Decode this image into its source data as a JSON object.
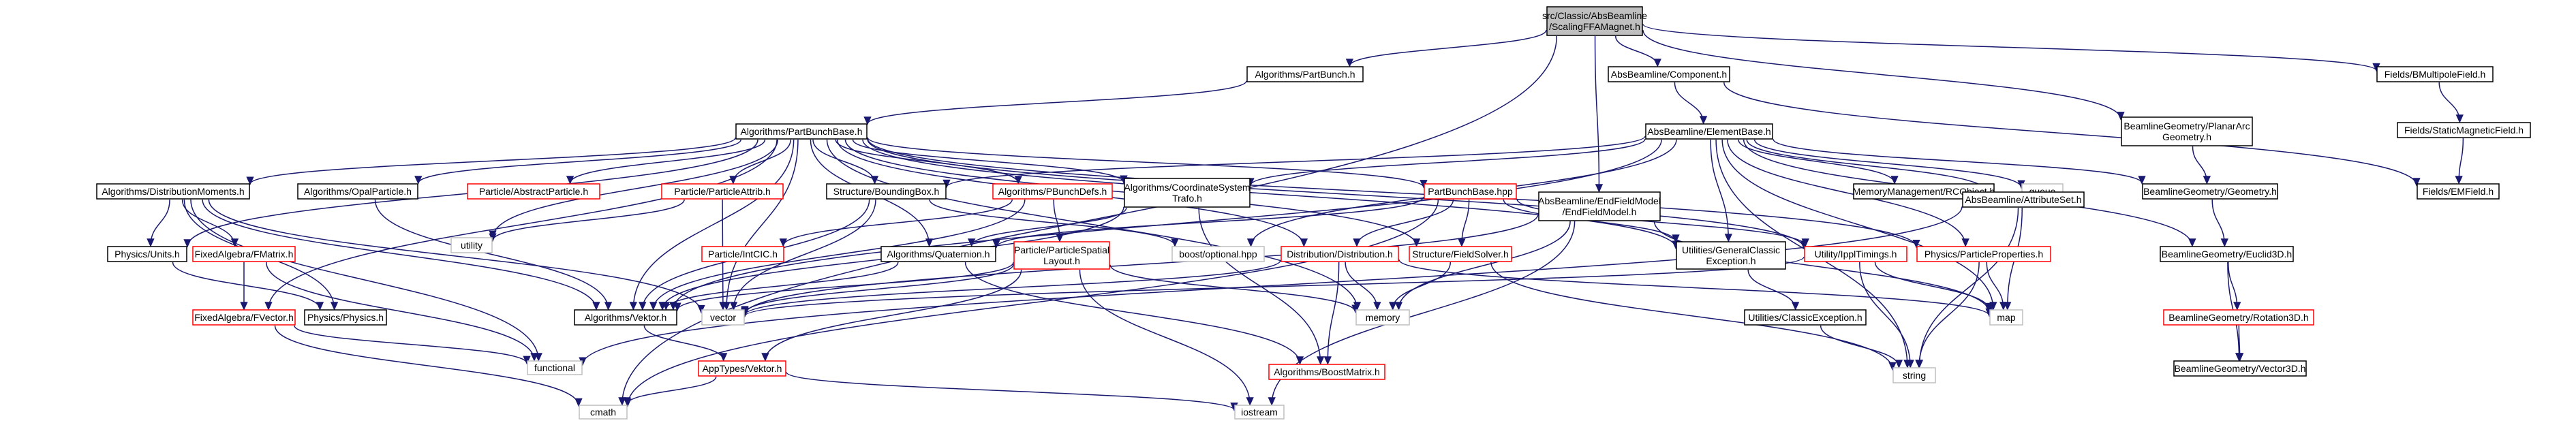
{
  "colors": {
    "edge": "#191970",
    "border_normal": "#000000",
    "border_linked": "#ff0000",
    "border_system": "#bfbfbf",
    "fill_root": "#bfbfbf",
    "fill_default": "#ffffff"
  },
  "nodes": {
    "root": {
      "lines": [
        "src/Classic/AbsBeamline",
        "/ScalingFFAMagnet.h"
      ],
      "kind": "root"
    },
    "cmath": {
      "lines": [
        "cmath"
      ],
      "kind": "system"
    },
    "partbunch": {
      "lines": [
        "Algorithms/PartBunch.h"
      ],
      "kind": "normal"
    },
    "component": {
      "lines": [
        "AbsBeamline/Component.h"
      ],
      "kind": "normal"
    },
    "endfieldmodel": {
      "lines": [
        "AbsBeamline/EndFieldModel",
        "/EndFieldModel.h"
      ],
      "kind": "normal"
    },
    "planararc": {
      "lines": [
        "BeamlineGeometry/PlanarArc",
        "Geometry.h"
      ],
      "kind": "normal"
    },
    "bmultipole": {
      "lines": [
        "Fields/BMultipoleField.h"
      ],
      "kind": "normal"
    },
    "partbunchbase": {
      "lines": [
        "Algorithms/PartBunchBase.h"
      ],
      "kind": "normal"
    },
    "elementbase": {
      "lines": [
        "AbsBeamline/ElementBase.h"
      ],
      "kind": "normal"
    },
    "staticmagnetic": {
      "lines": [
        "Fields/StaticMagneticField.h"
      ],
      "kind": "normal"
    },
    "distmoments": {
      "lines": [
        "Algorithms/DistributionMoments.h"
      ],
      "kind": "normal"
    },
    "opalparticle": {
      "lines": [
        "Algorithms/OpalParticle.h"
      ],
      "kind": "normal"
    },
    "abstractparticle": {
      "lines": [
        "Particle/AbstractParticle.h"
      ],
      "kind": "linked"
    },
    "particleattrib": {
      "lines": [
        "Particle/ParticleAttrib.h"
      ],
      "kind": "linked"
    },
    "boundingbox": {
      "lines": [
        "Structure/BoundingBox.h"
      ],
      "kind": "normal"
    },
    "pbunchdefs": {
      "lines": [
        "Algorithms/PBunchDefs.h"
      ],
      "kind": "linked"
    },
    "coordsystrafo": {
      "lines": [
        "Algorithms/CoordinateSystem",
        "Trafo.h"
      ],
      "kind": "normal"
    },
    "partbunchbasehpp": {
      "lines": [
        "PartBunchBase.hpp"
      ],
      "kind": "linked"
    },
    "memmgmt": {
      "lines": [
        "MemoryManagement/RCObject.h"
      ],
      "kind": "normal"
    },
    "queue": {
      "lines": [
        "queue"
      ],
      "kind": "system"
    },
    "geometry": {
      "lines": [
        "BeamlineGeometry/Geometry.h"
      ],
      "kind": "normal"
    },
    "emfield": {
      "lines": [
        "Fields/EMField.h"
      ],
      "kind": "normal"
    },
    "physicsunits": {
      "lines": [
        "Physics/Units.h"
      ],
      "kind": "normal"
    },
    "fmatrix": {
      "lines": [
        "FixedAlgebra/FMatrix.h"
      ],
      "kind": "linked"
    },
    "utility": {
      "lines": [
        "utility"
      ],
      "kind": "system"
    },
    "intcic": {
      "lines": [
        "Particle/IntCIC.h"
      ],
      "kind": "linked"
    },
    "partspatial": {
      "lines": [
        "Particle/ParticleSpatial",
        "Layout.h"
      ],
      "kind": "linked"
    },
    "quaternion": {
      "lines": [
        "Algorithms/Quaternion.h"
      ],
      "kind": "normal"
    },
    "boostoptional": {
      "lines": [
        "boost/optional.hpp"
      ],
      "kind": "system"
    },
    "distribution": {
      "lines": [
        "Distribution/Distribution.h"
      ],
      "kind": "linked"
    },
    "fieldsolver": {
      "lines": [
        "Structure/FieldSolver.h"
      ],
      "kind": "linked"
    },
    "generalclassic": {
      "lines": [
        "Utilities/GeneralClassic",
        "Exception.h"
      ],
      "kind": "normal"
    },
    "ippltimings": {
      "lines": [
        "Utility/IpplTimings.h"
      ],
      "kind": "linked"
    },
    "particleprops": {
      "lines": [
        "Physics/ParticleProperties.h"
      ],
      "kind": "linked"
    },
    "attributeset": {
      "lines": [
        "AbsBeamline/AttributeSet.h"
      ],
      "kind": "normal"
    },
    "euclid3d": {
      "lines": [
        "BeamlineGeometry/Euclid3D.h"
      ],
      "kind": "normal"
    },
    "fvector": {
      "lines": [
        "FixedAlgebra/FVector.h"
      ],
      "kind": "linked"
    },
    "physics": {
      "lines": [
        "Physics/Physics.h"
      ],
      "kind": "normal"
    },
    "vektor": {
      "lines": [
        "Algorithms/Vektor.h"
      ],
      "kind": "normal"
    },
    "vector": {
      "lines": [
        "vector"
      ],
      "kind": "system"
    },
    "memory": {
      "lines": [
        "memory"
      ],
      "kind": "system"
    },
    "boostmatrix": {
      "lines": [
        "Algorithms/BoostMatrix.h"
      ],
      "kind": "linked"
    },
    "map": {
      "lines": [
        "map"
      ],
      "kind": "system"
    },
    "rotation3d": {
      "lines": [
        "BeamlineGeometry/Rotation3D.h"
      ],
      "kind": "linked"
    },
    "functional": {
      "lines": [
        "functional"
      ],
      "kind": "system"
    },
    "classicexception": {
      "lines": [
        "Utilities/ClassicException.h"
      ],
      "kind": "normal"
    },
    "apptypesvektor": {
      "lines": [
        "AppTypes/Vektor.h"
      ],
      "kind": "linked"
    },
    "string": {
      "lines": [
        "string"
      ],
      "kind": "system"
    },
    "vector3d": {
      "lines": [
        "BeamlineGeometry/Vector3D.h"
      ],
      "kind": "normal"
    },
    "iostream": {
      "lines": [
        "iostream"
      ],
      "kind": "system"
    }
  }
}
